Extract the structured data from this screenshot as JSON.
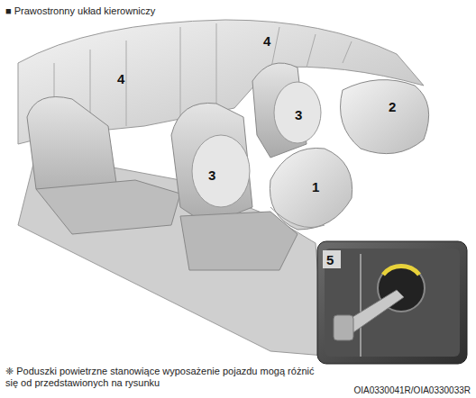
{
  "diagram": {
    "title": "■ Prawostronny układ kierowniczy",
    "caption": "❈ Poduszki powietrzne stanowiące wyposażenie pojazdu mogą różnić się od przedstawionych na rysunku",
    "labels": [
      "4",
      "4",
      "2",
      "3",
      "3",
      "1",
      "5",
      "OIA0330041R/OIA0330033R"
    ]
  }
}
